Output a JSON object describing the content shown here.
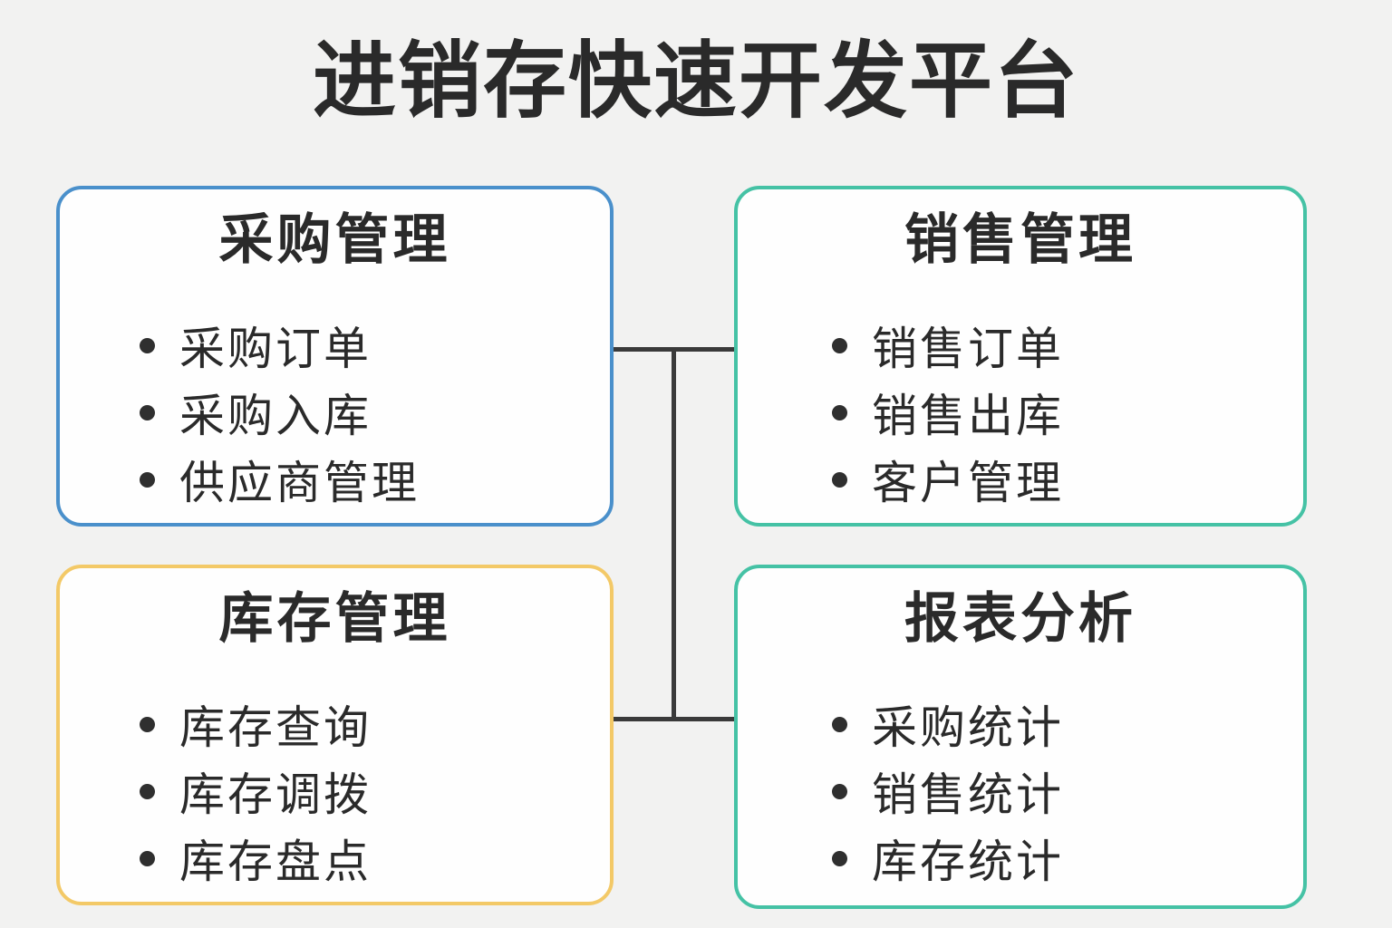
{
  "page": {
    "title": "进销存快速开发平台",
    "background_color": "#f2f2f1",
    "box_background_color": "#fefefe",
    "text_color": "#2a2a2a",
    "connector_color": "#3a3a3a"
  },
  "boxes": [
    {
      "title": "采购管理",
      "border_color": "#4a90cb",
      "items": [
        "采购订单",
        "采购入库",
        "供应商管理"
      ]
    },
    {
      "title": "销售管理",
      "border_color": "#45c2a5",
      "items": [
        "销售订单",
        "销售出库",
        "客户管理"
      ]
    },
    {
      "title": "库存管理",
      "border_color": "#f3c967",
      "items": [
        "库存查询",
        "库存调拨",
        "库存盘点"
      ]
    },
    {
      "title": "报表分析",
      "border_color": "#45c2a5",
      "items": [
        "采购统计",
        "销售统计",
        "库存统计"
      ]
    }
  ]
}
